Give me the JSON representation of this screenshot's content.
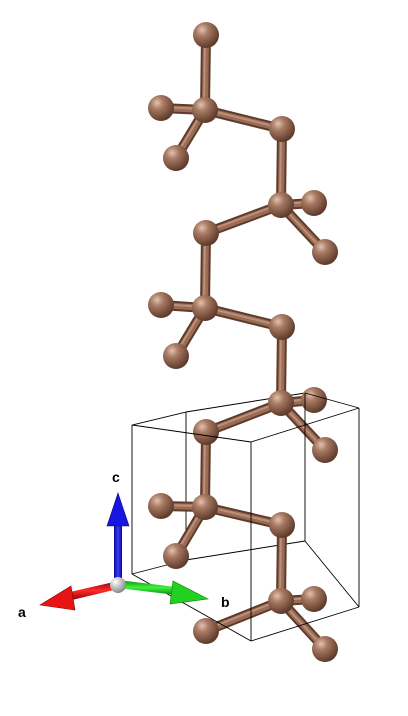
{
  "colors": {
    "background": "#ffffff",
    "atom": "#a0705a",
    "bond": "#9a6c55",
    "cell_edge": "#000000",
    "axis_a": "#e0120f",
    "axis_b": "#1ec21e",
    "axis_c": "#1414d8",
    "origin": "#c8c8c8"
  },
  "axes": {
    "a_label": "a",
    "b_label": "b",
    "c_label": "c"
  }
}
